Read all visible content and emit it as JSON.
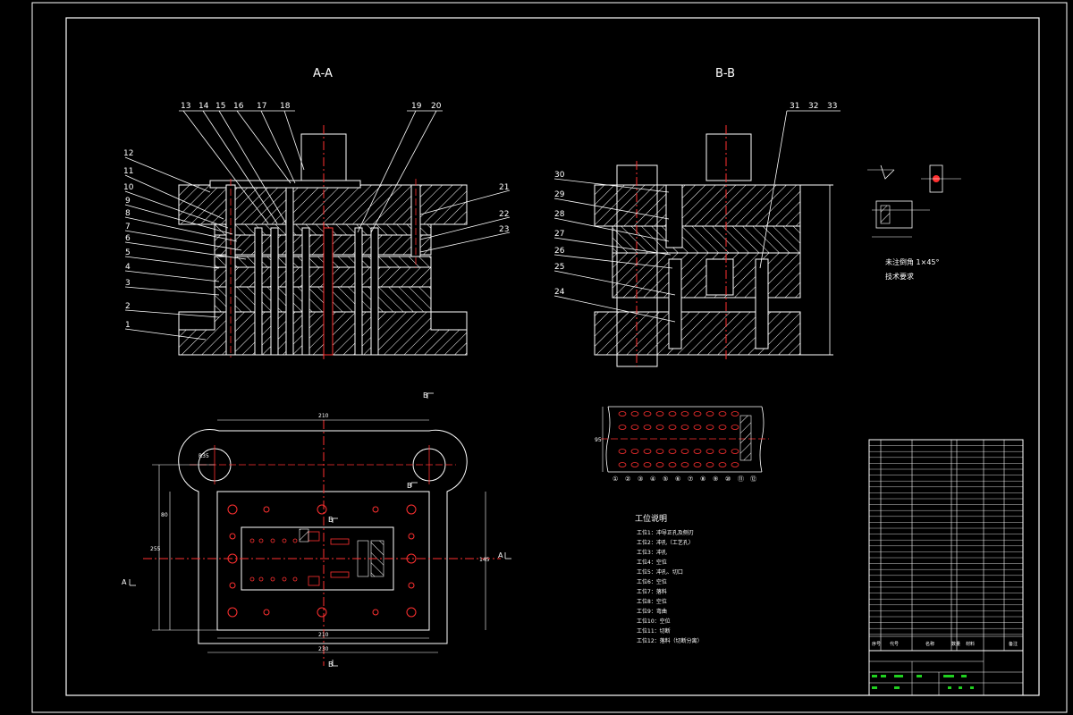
{
  "views": {
    "section_aa": "A-A",
    "section_bb": "B-B"
  },
  "section_markers": {
    "a_left": "A",
    "a_right": "A",
    "b_top": "B",
    "b_mid": "B",
    "b_inner": "B",
    "b_bottom": "B"
  },
  "part_numbers": {
    "left_top": [
      "13",
      "14",
      "15",
      "16",
      "17",
      "18",
      "19",
      "20"
    ],
    "left_side": [
      "12",
      "11",
      "10",
      "9",
      "8",
      "7",
      "6",
      "5",
      "4",
      "3",
      "2",
      "1"
    ],
    "left_right": [
      "21",
      "22",
      "23"
    ],
    "right_top": [
      "31",
      "32",
      "33"
    ],
    "right_side": [
      "30",
      "29",
      "28",
      "27",
      "26",
      "25",
      "24"
    ]
  },
  "plan_dims": {
    "top_width": "210",
    "bottom_inner": "210",
    "bottom_outer": "230",
    "left_height": "255",
    "left_inner": "80",
    "right_height": "145",
    "radius": "R35"
  },
  "strip": {
    "side_dim": "95",
    "stations": [
      "①",
      "②",
      "③",
      "④",
      "⑤",
      "⑥",
      "⑦",
      "⑧",
      "⑨",
      "⑩",
      "⑪",
      "⑫"
    ]
  },
  "notes": {
    "detail": "未注倒角 1×45°",
    "detail_sub": "技术要求",
    "process_title": "工位说明",
    "process_lines": [
      "工位1：冲导正孔及侧刃",
      "工位2：冲孔（工艺孔）",
      "工位3：冲孔",
      "工位4：空位",
      "工位5：冲孔、切口",
      "工位6：空位",
      "工位7：落料",
      "工位8：空位",
      "工位9：弯曲",
      "工位10：空位",
      "工位11：切断",
      "工位12：落料（切断分离）"
    ]
  },
  "title_block": {
    "col_headers": [
      "序号",
      "代号",
      "名称",
      "数量",
      "材料",
      "备注"
    ]
  }
}
